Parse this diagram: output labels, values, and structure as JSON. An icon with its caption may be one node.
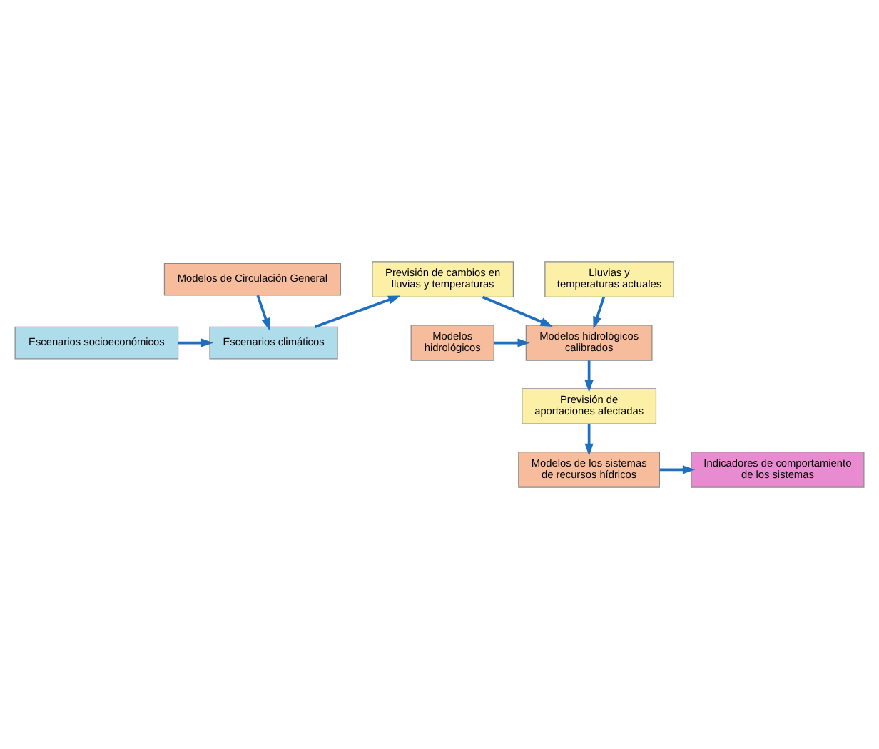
{
  "diagram": {
    "nodes": [
      {
        "text": [
          "Escenarios socioeconómicos"
        ]
      },
      {
        "text": [
          "Modelos de Circulación General"
        ]
      },
      {
        "text": [
          "Escenarios climáticos"
        ]
      },
      {
        "text": [
          "Previsión de cambios en lluvias y temperaturas"
        ]
      },
      {
        "text": [
          "Lluvias y temperaturas actuales"
        ]
      },
      {
        "text": [
          "Modelos hidrológicos"
        ]
      },
      {
        "text": [
          "Modelos hidrológicos calibrados"
        ]
      },
      {
        "text": [
          "Previsión de aportaciones afectadas"
        ]
      },
      {
        "text": [
          "Modelos de los sistemas de recursos hídricos"
        ]
      },
      {
        "text": [
          "Indicadores de comportamiento de los sistemas"
        ]
      }
    ],
    "edges": [
      {
        "from": 0,
        "to": 2,
        "arrow": "to"
      },
      {
        "from": 1,
        "to": 2,
        "arrow": "to"
      },
      {
        "from": 2,
        "to": 3,
        "arrow": "to"
      },
      {
        "from": 3,
        "to": 6,
        "arrow": "to"
      },
      {
        "from": 4,
        "to": 6,
        "arrow": "to"
      },
      {
        "from": 5,
        "to": 6,
        "arrow": "to"
      },
      {
        "from": 6,
        "to": 7,
        "arrow": "to"
      },
      {
        "from": 7,
        "to": 8,
        "arrow": "to"
      },
      {
        "from": 8,
        "to": 9,
        "arrow": "to"
      }
    ]
  }
}
